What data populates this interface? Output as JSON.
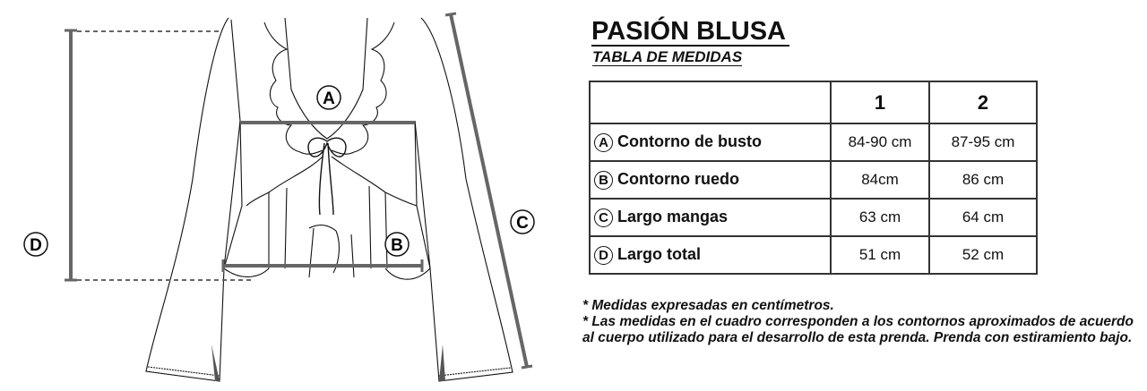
{
  "title": "PASIÓN BLUSA",
  "subtitle": "TABLA DE MEDIDAS",
  "diagram_labels": {
    "a": "A",
    "b": "B",
    "c": "C",
    "d": "D"
  },
  "table": {
    "sizes": [
      "1",
      "2"
    ],
    "rows": [
      {
        "key": "A",
        "label": "Contorno de busto",
        "s1": "84-90 cm",
        "s2": "87-95 cm"
      },
      {
        "key": "B",
        "label": "Contorno ruedo",
        "s1": "84cm",
        "s2": "86 cm"
      },
      {
        "key": "C",
        "label": "Largo mangas",
        "s1": "63 cm",
        "s2": "64 cm"
      },
      {
        "key": "D",
        "label": "Largo total",
        "s1": "51 cm",
        "s2": "52 cm"
      }
    ]
  },
  "notes": [
    "* Medidas expresadas en centímetros.",
    "* Las medidas en el cuadro corresponden a los contornos aproximados de acuerdo al cuerpo utilizado para el desarrollo de esta prenda. Prenda con estiramiento bajo."
  ]
}
